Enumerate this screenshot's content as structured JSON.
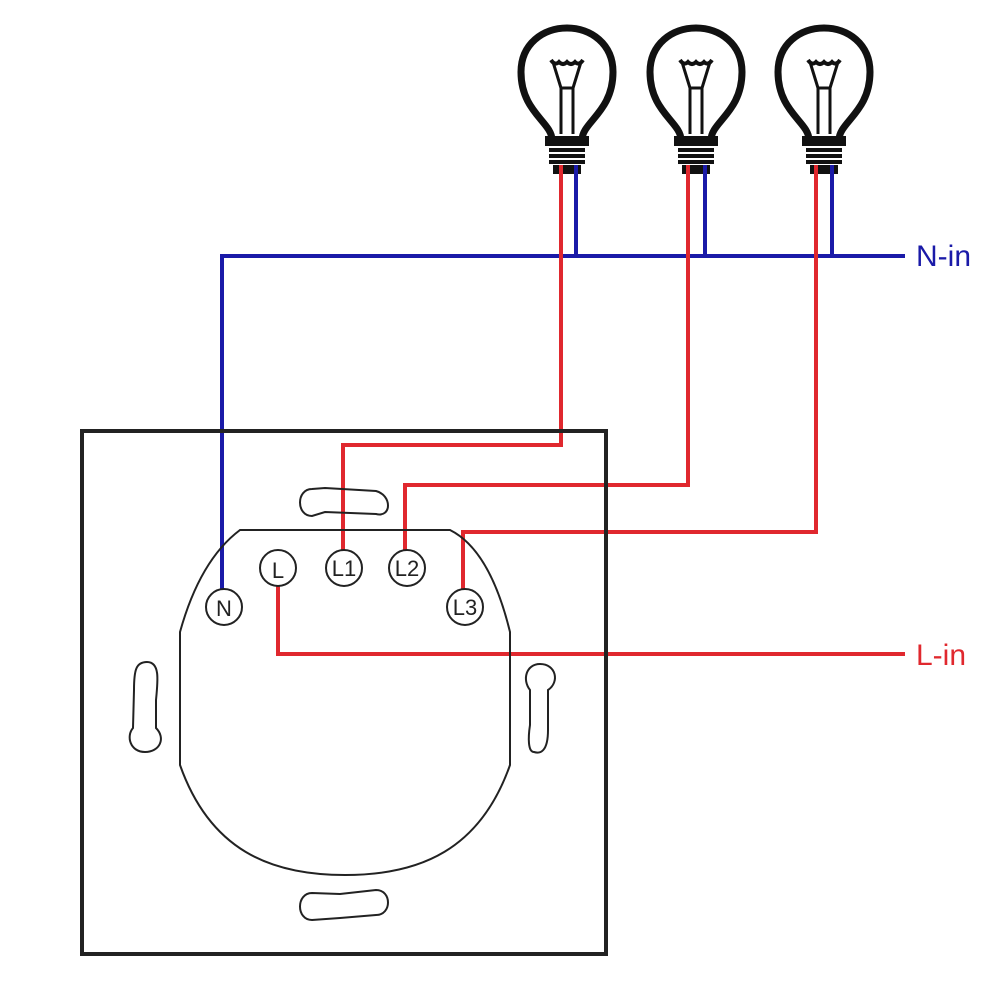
{
  "diagram": {
    "title": "3-gang switch wiring",
    "colors": {
      "neutral": "#1a1aa8",
      "live": "#e0282e",
      "outline": "#222222"
    },
    "labels": {
      "neutral_in": "N-in",
      "live_in": "L-in"
    },
    "terminals": [
      {
        "id": "N",
        "label": "N"
      },
      {
        "id": "L",
        "label": "L"
      },
      {
        "id": "L1",
        "label": "L1"
      },
      {
        "id": "L2",
        "label": "L2"
      },
      {
        "id": "L3",
        "label": "L3"
      }
    ],
    "bulbs": [
      {
        "id": "bulb-1",
        "connected_to": "L1"
      },
      {
        "id": "bulb-2",
        "connected_to": "L2"
      },
      {
        "id": "bulb-3",
        "connected_to": "L3"
      }
    ]
  }
}
